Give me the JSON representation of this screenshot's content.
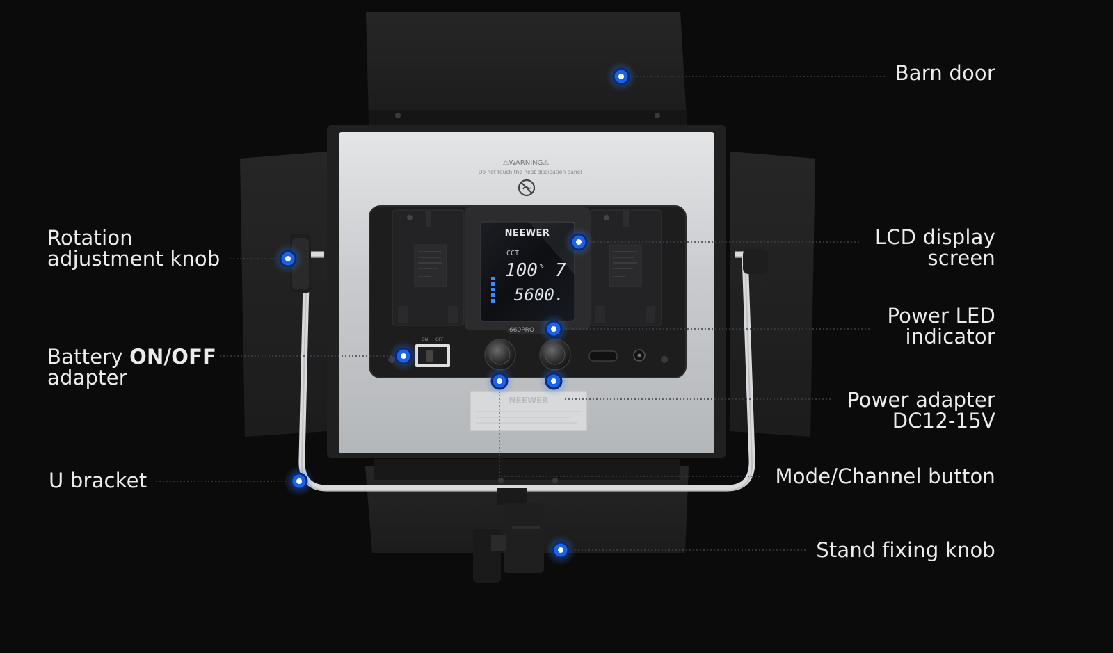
{
  "brand": "NEEWER",
  "model": "660PRO",
  "warning": {
    "title": "⚠WARNING⚠",
    "text": "Do not touch the heat dissipation panel"
  },
  "lcd": {
    "mode": "CCT",
    "brightness": "100",
    "unit": "%",
    "channel": "7",
    "temperature": "5600."
  },
  "battery_on_label": "ON",
  "battery_off_label": "OFF",
  "callouts": {
    "barn_door": "Barn door",
    "rotation_knob": [
      "Rotation",
      "adjustment knob"
    ],
    "lcd_screen": [
      "LCD display",
      "screen"
    ],
    "power_led": [
      "Power LED",
      "indicator"
    ],
    "battery_switch": {
      "prefix": "Battery ",
      "emph": "ON/OFF",
      "line2": "adapter"
    },
    "power_adapter": [
      "Power adapter",
      "DC12-15V"
    ],
    "u_bracket": "U bracket",
    "mode_button": "Mode/Channel button",
    "stand_knob": "Stand fixing knob"
  },
  "colors": {
    "background": "#0b0b0c",
    "marker": "#1b63e6",
    "panel_silver": "#c8cacc",
    "text": "#ececec"
  }
}
